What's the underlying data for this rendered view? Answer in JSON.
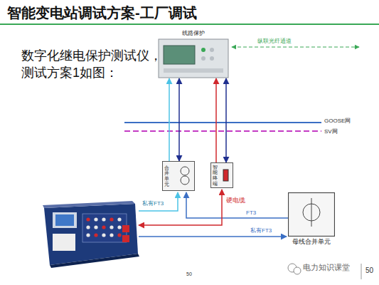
{
  "diagram": {
    "title": "智能变电站调试方案-工厂调试",
    "nodes": [
      {
        "text": [
          "线路保护"
        ]
      },
      {
        "text": [
          "合并单元"
        ]
      },
      {
        "text": [
          "智能终端"
        ]
      },
      {
        "text": [
          "母线合并单元"
        ]
      }
    ],
    "edges": [
      {
        "from": 1,
        "to": 0,
        "arrow": "to"
      },
      {
        "from": 0,
        "to": 1,
        "arrow": "both"
      },
      {
        "from": 2,
        "to": 0,
        "arrow": "to"
      },
      {
        "from": 0,
        "to": 2,
        "arrow": "both"
      }
    ],
    "labels": [
      "数字化继电保护测试仪，测试方案1如图：",
      "纵联光纤通道",
      "GOOSE网",
      "SV网",
      "私有FT3",
      "硬电缆",
      "FT3",
      "私有FT3",
      "50",
      "50",
      "电力知识课堂"
    ]
  }
}
